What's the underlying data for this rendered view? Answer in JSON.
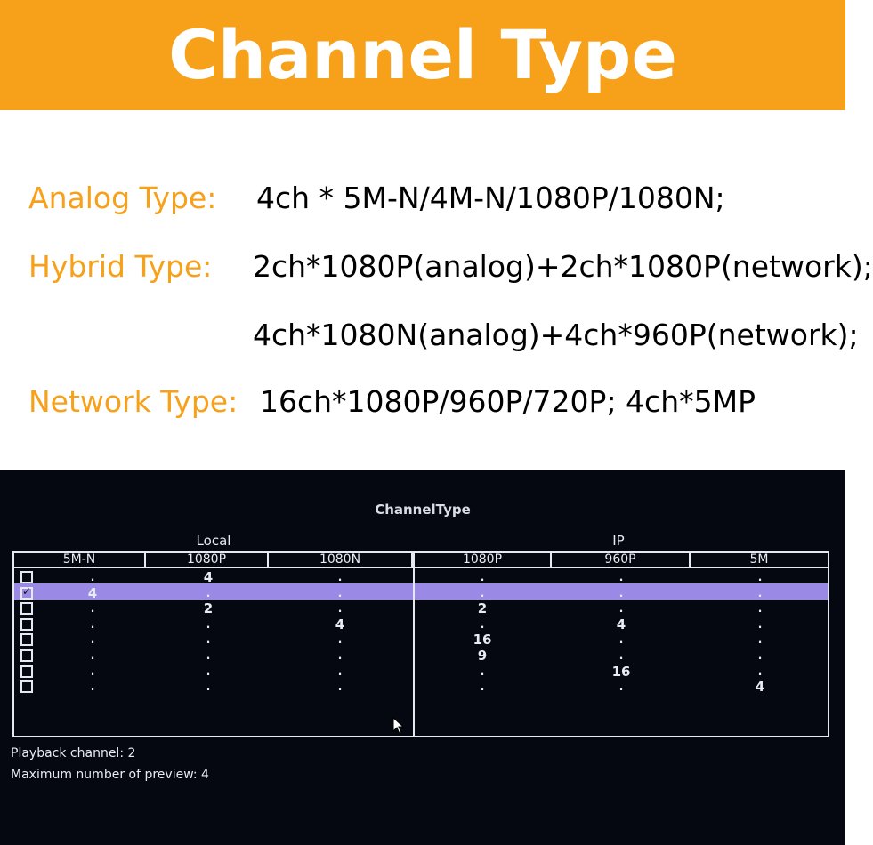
{
  "banner": {
    "title": "Channel Type"
  },
  "info": [
    {
      "label": "Analog Type:",
      "value": "4ch * 5M-N/4M-N/1080P/1080N;"
    },
    {
      "label": "Hybrid Type:",
      "value": "2ch*1080P(analog)+2ch*1080P(network);"
    },
    {
      "label": "",
      "value": "4ch*1080N(analog)+4ch*960P(network);"
    },
    {
      "label": "Network Type:",
      "value": "16ch*1080P/960P/720P;  4ch*5MP"
    }
  ],
  "dialog": {
    "title": "ChannelType",
    "groups": {
      "local": "Local",
      "ip": "IP"
    },
    "columns": [
      "5M-N",
      "1080P",
      "1080N",
      "1080P",
      "960P",
      "5M"
    ],
    "rows": [
      {
        "checked": false,
        "values": [
          ".",
          "4",
          ".",
          ".",
          ".",
          "."
        ]
      },
      {
        "checked": true,
        "values": [
          "4",
          ".",
          ".",
          ".",
          ".",
          "."
        ]
      },
      {
        "checked": false,
        "values": [
          ".",
          "2",
          ".",
          "2",
          ".",
          "."
        ]
      },
      {
        "checked": false,
        "values": [
          ".",
          ".",
          "4",
          ".",
          "4",
          "."
        ]
      },
      {
        "checked": false,
        "values": [
          ".",
          ".",
          ".",
          "16",
          ".",
          "."
        ]
      },
      {
        "checked": false,
        "values": [
          ".",
          ".",
          ".",
          "9",
          ".",
          "."
        ]
      },
      {
        "checked": false,
        "values": [
          ".",
          ".",
          ".",
          ".",
          "16",
          "."
        ]
      },
      {
        "checked": false,
        "values": [
          ".",
          ".",
          ".",
          ".",
          ".",
          "4"
        ]
      }
    ],
    "selected_row": 1,
    "playback_channel": "Playback channel: 2",
    "max_preview": "Maximum number of preview: 4"
  },
  "colors": {
    "accent": "#f7a01a",
    "selection": "#9a8ae6",
    "screen_bg": "#050810"
  },
  "icons": {
    "cursor": "mouse-pointer-icon",
    "check": "checkmark-icon"
  }
}
